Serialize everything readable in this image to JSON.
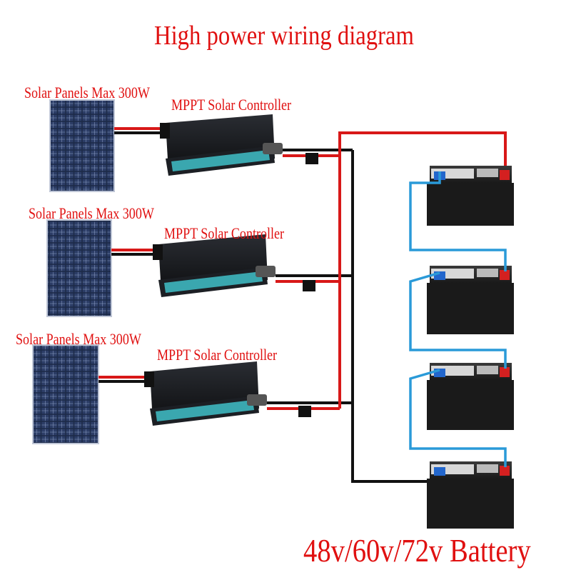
{
  "title": "High power wiring diagram",
  "solar_panels": [
    {
      "label": "Solar Panels Max 300W"
    },
    {
      "label": "Solar Panels Max 300W"
    },
    {
      "label": "Solar Panels Max 300W"
    }
  ],
  "controllers": [
    {
      "label": "MPPT Solar Controller"
    },
    {
      "label": "MPPT Solar Controller"
    },
    {
      "label": "MPPT Solar Controller"
    }
  ],
  "battery_label": "48v/60v/72v Battery",
  "colors": {
    "label_red": "#e01010",
    "positive_wire": "#d81818",
    "negative_wire": "#111111",
    "series_link": "#2a9ad8",
    "panel_cell": "#1c2a48",
    "controller_body": "#16181c",
    "controller_window": "#3fbfc8",
    "battery_body": "#1a1a1a",
    "terminal_positive": "#d42020",
    "terminal_negative": "#2266cc"
  }
}
